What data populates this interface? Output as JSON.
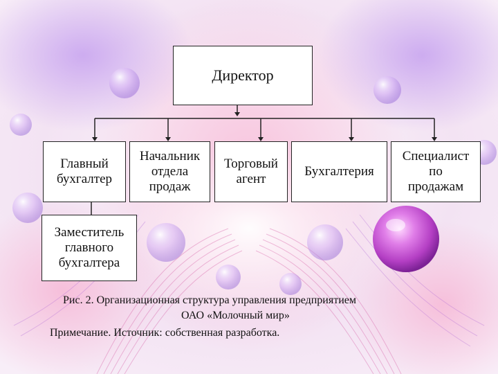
{
  "org_chart": {
    "top": {
      "label": "Директор"
    },
    "departments": [
      {
        "label": "Главный\nбухгалтер"
      },
      {
        "label": "Начальник\nотдела\nпродаж"
      },
      {
        "label": "Торговый\nагент"
      },
      {
        "label": "Бухгалтерия"
      },
      {
        "label": "Специалист\nпо\nпродажам"
      }
    ],
    "sub_unit": {
      "label": "Заместитель\nглавного\nбухгалтера"
    }
  },
  "caption": {
    "line1": "Рис. 2. Организационная структура управления предприятием",
    "line2": "ОАО «Молочный мир»",
    "note": "Примечание. Источник: собственная разработка."
  },
  "colors": {
    "box_fill": "#ffffff",
    "box_border": "#222222",
    "connector": "#222222",
    "text": "#111111"
  }
}
